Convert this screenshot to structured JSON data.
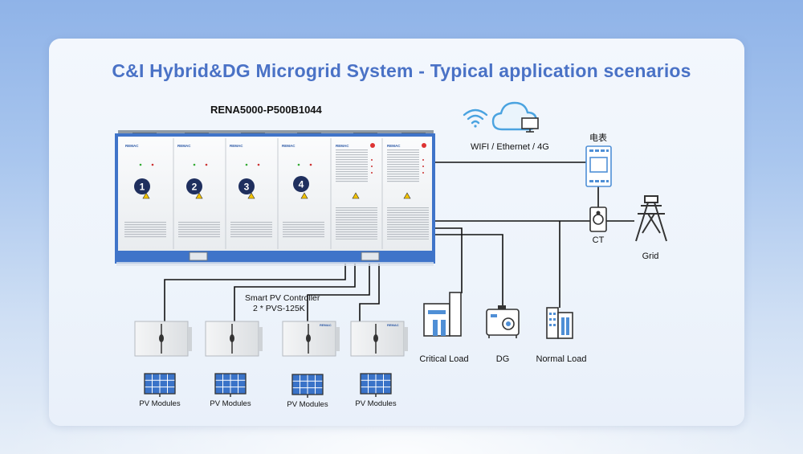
{
  "title": "C&I Hybrid&DG Microgrid System - Typical application scenarios",
  "cabinet": {
    "model": "RENA5000-P500B1044",
    "brand": "REMAC",
    "units": [
      "1",
      "2",
      "3",
      "4"
    ]
  },
  "comm": {
    "label": "WIFI / Ethernet / 4G",
    "icons": [
      "wifi-icon",
      "cloud-icon",
      "monitor-icon"
    ]
  },
  "meter": {
    "label": "电表"
  },
  "ct": {
    "label": "CT"
  },
  "grid": {
    "label": "Grid"
  },
  "pv_controller": {
    "line1": "Smart PV Controller",
    "line2": "2 * PVS-125K"
  },
  "loads": [
    {
      "label": "Critical Load"
    },
    {
      "label": "DG"
    },
    {
      "label": "Normal Load"
    }
  ],
  "pv_modules": [
    {
      "label": "PV Modules"
    },
    {
      "label": "PV Modules"
    },
    {
      "label": "PV Modules"
    },
    {
      "label": "PV Modules"
    }
  ],
  "colors": {
    "title": "#4a72c6",
    "frame": "#3f74c9",
    "badge": "#1f2f5e",
    "line": "#111111"
  }
}
